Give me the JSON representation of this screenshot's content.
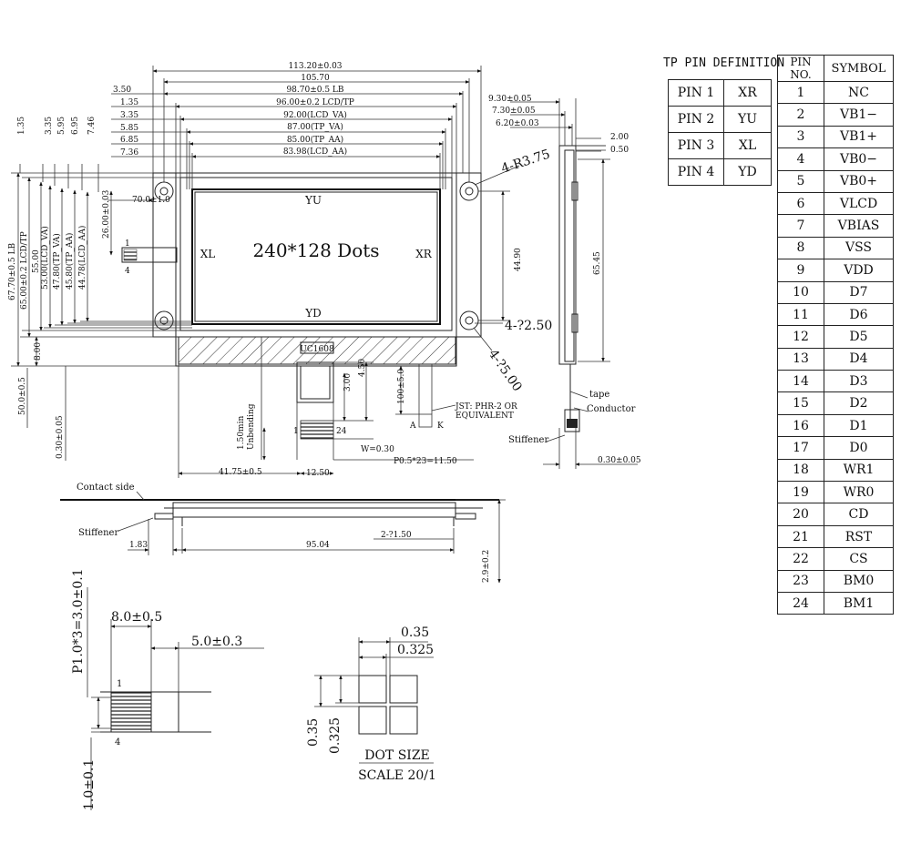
{
  "display": {
    "center_label": "240*128 Dots",
    "yu": "YU",
    "yd": "YD",
    "xl": "XL",
    "xr": "XR"
  },
  "top_dims": [
    "113.20±0.03",
    "105.70",
    "98.70±0.5 LB",
    "96.00±0.2 LCD/TP",
    "92.00(LCD_VA)",
    "87.00(TP_VA)",
    "85.00(TP_AA)",
    "83.98(LCD_AA)"
  ],
  "left_offsets": [
    "3.50",
    "1.35",
    "3.35",
    "5.85",
    "6.85",
    "7.36"
  ],
  "vert_small": [
    "1.35",
    "3.35",
    "5.95",
    "6.95",
    "7.46"
  ],
  "left_vert": [
    "67.70±0.5 LB",
    "65.00±0.2 LCD/TP",
    "55.00",
    "53.00(LCD_VA)",
    "47.80(TP_VA)",
    "45.80(TP_AA)",
    "44.78(LCD_AA)",
    "26.00±0.03",
    "8.00",
    "50.0±0.5",
    "0.30±0.05"
  ],
  "misc": {
    "d70": "70.0±1.0",
    "pin1": "1",
    "pin4": "4",
    "r375": "4-R3.75",
    "h250": "4-?2.50",
    "h500": "4-?5.00",
    "d4490": "44.90",
    "d6545": "65.45",
    "d930": "9.30±0.05",
    "d730": "7.30±0.05",
    "d620": "6.20±0.03",
    "d200": "2.00",
    "d050": "0.50",
    "uc": "UC1608",
    "d450": "4.50",
    "d300": "3.00",
    "d1005": "100±5.0",
    "jst1": "JST: PHR-2 OR",
    "jst2": "EQUIVALENT",
    "ak_a": "A",
    "ak_k": "K",
    "tape": "tape",
    "conductor": "Conductor",
    "stiffener_r": "Stiffener",
    "d030r": "0.30±0.05",
    "unbend1": "1.50min",
    "unbend2": "Unbending",
    "fpc1": "1",
    "fpc24": "24",
    "w030": "W=0.30",
    "p05": "P0.5*23=11.50",
    "d4175": "41.75±0.5",
    "d1250": "12.50",
    "contact": "Contact side",
    "stiffener_b": "Stiffener",
    "d183": "1.83",
    "d9504": "95.04",
    "h150": "2-?1.50",
    "d29": "2.9±0.2"
  },
  "connector_detail": {
    "pitch": "P1.0*3=3.0±0.1",
    "w8": "8.0±0.5",
    "w5": "5.0±0.3",
    "p1": "1",
    "p4": "4",
    "t10": "1.0±0.1"
  },
  "dot_size": {
    "d035": "0.35",
    "d0325": "0.325",
    "v035": "0.35",
    "v0325": "0.325",
    "title": "DOT SIZE",
    "scale": "SCALE 20/1"
  },
  "tp_table": {
    "title": "TP  PIN DEFINITION",
    "rows": [
      [
        "PIN 1",
        "XR"
      ],
      [
        "PIN 2",
        "YU"
      ],
      [
        "PIN 3",
        "XL"
      ],
      [
        "PIN 4",
        "YD"
      ]
    ]
  },
  "pin_table": {
    "headers": [
      "PIN NO.",
      "SYMBOL"
    ],
    "rows": [
      [
        "1",
        "NC"
      ],
      [
        "2",
        "VB1−"
      ],
      [
        "3",
        "VB1+"
      ],
      [
        "4",
        "VB0−"
      ],
      [
        "5",
        "VB0+"
      ],
      [
        "6",
        "VLCD"
      ],
      [
        "7",
        "VBIAS"
      ],
      [
        "8",
        "VSS"
      ],
      [
        "9",
        "VDD"
      ],
      [
        "10",
        "D7"
      ],
      [
        "11",
        "D6"
      ],
      [
        "12",
        "D5"
      ],
      [
        "13",
        "D4"
      ],
      [
        "14",
        "D3"
      ],
      [
        "15",
        "D2"
      ],
      [
        "16",
        "D1"
      ],
      [
        "17",
        "D0"
      ],
      [
        "18",
        "WR1"
      ],
      [
        "19",
        "WR0"
      ],
      [
        "20",
        "CD"
      ],
      [
        "21",
        "RST"
      ],
      [
        "22",
        "CS"
      ],
      [
        "23",
        "BM0"
      ],
      [
        "24",
        "BM1"
      ]
    ]
  }
}
